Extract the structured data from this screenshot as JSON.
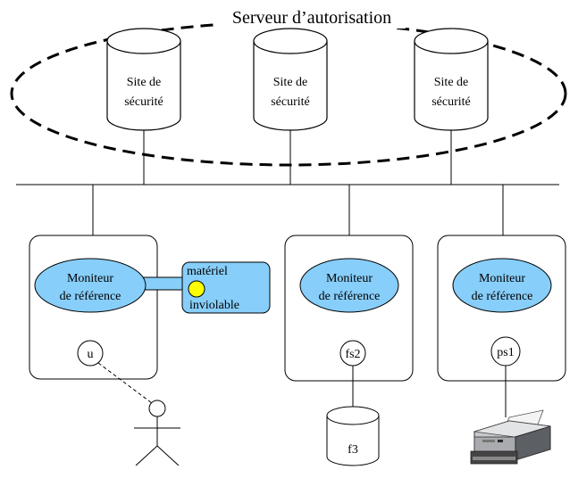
{
  "title": "Serveur d’autorisation",
  "security_sites": [
    {
      "line1": "Site de",
      "line2": "sécurité"
    },
    {
      "line1": "Site de",
      "line2": "sécurité"
    },
    {
      "line1": "Site de",
      "line2": "sécurité"
    }
  ],
  "nodes": [
    {
      "monitor": {
        "line1": "Moniteur",
        "line2": "de référence"
      },
      "hardware": {
        "line1": "matériel",
        "line2": "inviolable"
      },
      "subject": "u"
    },
    {
      "monitor": {
        "line1": "Moniteur",
        "line2": "de référence"
      },
      "subject": "fs2",
      "storage": "f3"
    },
    {
      "monitor": {
        "line1": "Moniteur",
        "line2": "de référence"
      },
      "subject": "ps1"
    }
  ],
  "colors": {
    "monitor_fill": "#87CEFA",
    "hardware_fill": "#87CEFA",
    "chip_fill": "#FFFF00",
    "stroke": "#000000"
  },
  "icons": {
    "user": "stick-figure-icon",
    "printer": "printer-icon",
    "disk": "cylinder-icon"
  }
}
